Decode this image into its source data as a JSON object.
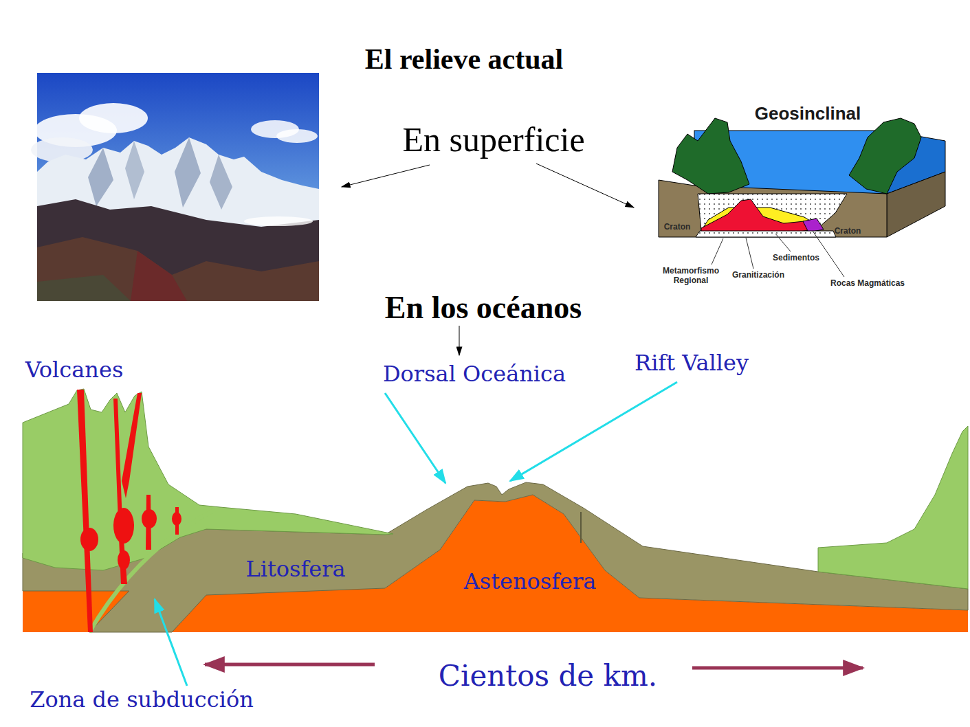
{
  "diagram": {
    "title": "El relieve actual",
    "labels": [
      "En superficie",
      "Geosinclinal",
      "Craton",
      "Craton",
      "Metamorfismo Regional",
      "Granitización",
      "Sedimentos",
      "Rocas Magmáticas",
      "En los océanos",
      "Volcanes",
      "Dorsal Oceánica",
      "Rift Valley",
      "Litosfera",
      "Astenosfera",
      "Zona de subducción",
      "Cientos de km."
    ]
  }
}
